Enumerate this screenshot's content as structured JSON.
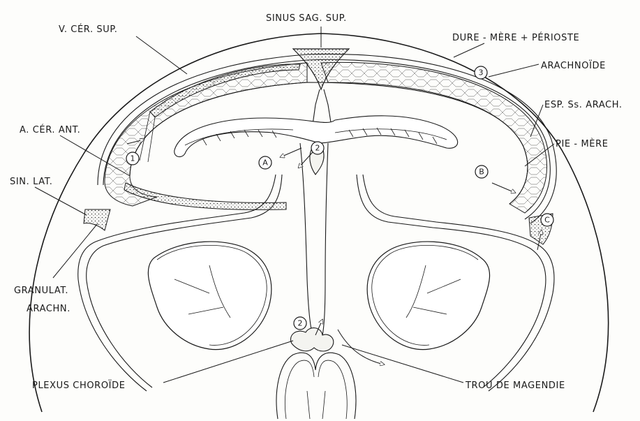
{
  "labels": {
    "sinus_sag_sup": "SINUS SAG. SUP.",
    "v_cer_sup": "V. CÉR. SUP.",
    "dure_mere": "DURE - MÈRE + PÉRIOSTE",
    "arachnoide": "ARACHNOÏDE",
    "esp_ss_arach": "ESP. Ss. ARACH.",
    "a_cer_ant": "A. CÉR. ANT.",
    "pie_mere": "PIE - MÈRE",
    "sin_lat": "SIN. LAT.",
    "granulat": "GRANULAT.",
    "arachn": "ARACHN.",
    "plexus_choroide": "PLEXUS CHOROÏDE",
    "trou_de_magendie": "TROU DE MAGENDIE"
  },
  "markers": {
    "m1": "1",
    "m2_top": "2",
    "m2_bottom": "2",
    "m3": "3",
    "mA": "A",
    "mB": "B",
    "mC": "C"
  }
}
